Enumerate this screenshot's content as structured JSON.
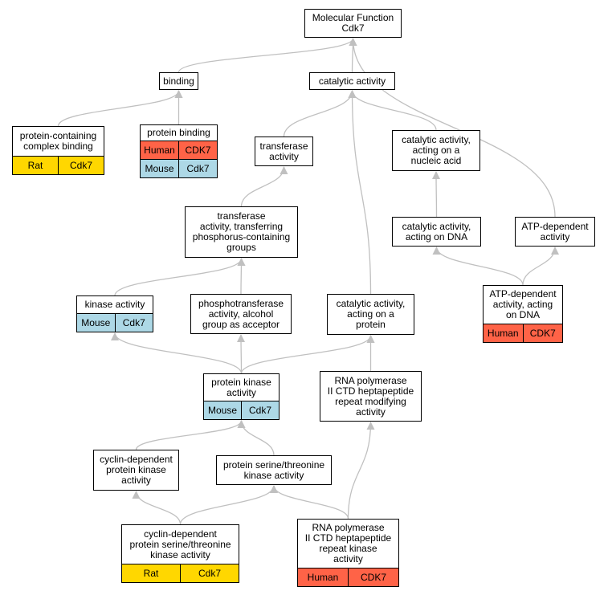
{
  "colors": {
    "edge": "#c0c0c0",
    "human": "#ff6347",
    "mouse": "#add8e6",
    "rat": "#ffd700"
  },
  "nodes": [
    {
      "id": "mf_root",
      "label": "Molecular Function\nCdk7",
      "annotations": []
    },
    {
      "id": "binding",
      "label": "binding",
      "annotations": []
    },
    {
      "id": "catalytic_activity",
      "label": "catalytic activity",
      "annotations": []
    },
    {
      "id": "protein_containing_complex_binding",
      "label": "protein-containing\ncomplex binding",
      "annotations": [
        {
          "species": "Rat",
          "gene": "Cdk7",
          "color": "rat"
        }
      ]
    },
    {
      "id": "protein_binding",
      "label": "protein binding",
      "annotations": [
        {
          "species": "Human",
          "gene": "CDK7",
          "color": "human"
        },
        {
          "species": "Mouse",
          "gene": "Cdk7",
          "color": "mouse"
        }
      ]
    },
    {
      "id": "transferase_activity",
      "label": "transferase\nactivity",
      "annotations": []
    },
    {
      "id": "catalytic_nucleic_acid",
      "label": "catalytic activity,\nacting on a\nnucleic acid",
      "annotations": []
    },
    {
      "id": "transferase_phosphorus",
      "label": "transferase\nactivity, transferring\nphosphorus-containing\ngroups",
      "annotations": []
    },
    {
      "id": "catalytic_dna",
      "label": "catalytic activity,\nacting on DNA",
      "annotations": []
    },
    {
      "id": "atp_dependent_activity",
      "label": "ATP-dependent\nactivity",
      "annotations": []
    },
    {
      "id": "kinase_activity",
      "label": "kinase activity",
      "annotations": [
        {
          "species": "Mouse",
          "gene": "Cdk7",
          "color": "mouse"
        }
      ]
    },
    {
      "id": "phosphotransferase_alcohol",
      "label": "phosphotransferase\nactivity, alcohol\ngroup as acceptor",
      "annotations": []
    },
    {
      "id": "catalytic_protein",
      "label": "catalytic activity,\nacting on a\nprotein",
      "annotations": []
    },
    {
      "id": "atp_dependent_dna",
      "label": "ATP-dependent\nactivity, acting\non DNA",
      "annotations": [
        {
          "species": "Human",
          "gene": "CDK7",
          "color": "human"
        }
      ]
    },
    {
      "id": "protein_kinase_activity",
      "label": "protein kinase\nactivity",
      "annotations": [
        {
          "species": "Mouse",
          "gene": "Cdk7",
          "color": "mouse"
        }
      ]
    },
    {
      "id": "rnap_ctd_modifying",
      "label": "RNA polymerase\nII CTD heptapeptide\nrepeat modifying\nactivity",
      "annotations": []
    },
    {
      "id": "cyclin_dependent_pk",
      "label": "cyclin-dependent\nprotein kinase\nactivity",
      "annotations": []
    },
    {
      "id": "protein_ser_thr_kinase",
      "label": "protein serine/threonine\nkinase activity",
      "annotations": []
    },
    {
      "id": "cyclin_dependent_ser_thr",
      "label": "cyclin-dependent\nprotein serine/threonine\nkinase activity",
      "annotations": [
        {
          "species": "Rat",
          "gene": "Cdk7",
          "color": "rat"
        }
      ]
    },
    {
      "id": "rnap_ctd_kinase",
      "label": "RNA polymerase\nII CTD heptapeptide\nrepeat kinase\nactivity",
      "annotations": [
        {
          "species": "Human",
          "gene": "CDK7",
          "color": "human"
        }
      ]
    }
  ],
  "edges": [
    {
      "from": "binding",
      "to": "mf_root"
    },
    {
      "from": "catalytic_activity",
      "to": "mf_root"
    },
    {
      "from": "atp_dependent_activity",
      "to": "mf_root"
    },
    {
      "from": "protein_containing_complex_binding",
      "to": "binding"
    },
    {
      "from": "protein_binding",
      "to": "binding"
    },
    {
      "from": "transferase_activity",
      "to": "catalytic_activity"
    },
    {
      "from": "catalytic_nucleic_acid",
      "to": "catalytic_activity"
    },
    {
      "from": "catalytic_protein",
      "to": "catalytic_activity"
    },
    {
      "from": "transferase_phosphorus",
      "to": "transferase_activity"
    },
    {
      "from": "catalytic_dna",
      "to": "catalytic_nucleic_acid"
    },
    {
      "from": "atp_dependent_dna",
      "to": "catalytic_dna"
    },
    {
      "from": "atp_dependent_dna",
      "to": "atp_dependent_activity"
    },
    {
      "from": "kinase_activity",
      "to": "transferase_phosphorus"
    },
    {
      "from": "phosphotransferase_alcohol",
      "to": "transferase_phosphorus"
    },
    {
      "from": "protein_kinase_activity",
      "to": "kinase_activity"
    },
    {
      "from": "protein_kinase_activity",
      "to": "phosphotransferase_alcohol"
    },
    {
      "from": "protein_kinase_activity",
      "to": "catalytic_protein"
    },
    {
      "from": "rnap_ctd_modifying",
      "to": "catalytic_protein"
    },
    {
      "from": "cyclin_dependent_pk",
      "to": "protein_kinase_activity"
    },
    {
      "from": "protein_ser_thr_kinase",
      "to": "protein_kinase_activity"
    },
    {
      "from": "cyclin_dependent_ser_thr",
      "to": "cyclin_dependent_pk"
    },
    {
      "from": "cyclin_dependent_ser_thr",
      "to": "protein_ser_thr_kinase"
    },
    {
      "from": "rnap_ctd_kinase",
      "to": "protein_ser_thr_kinase"
    },
    {
      "from": "rnap_ctd_kinase",
      "to": "rnap_ctd_modifying"
    }
  ]
}
